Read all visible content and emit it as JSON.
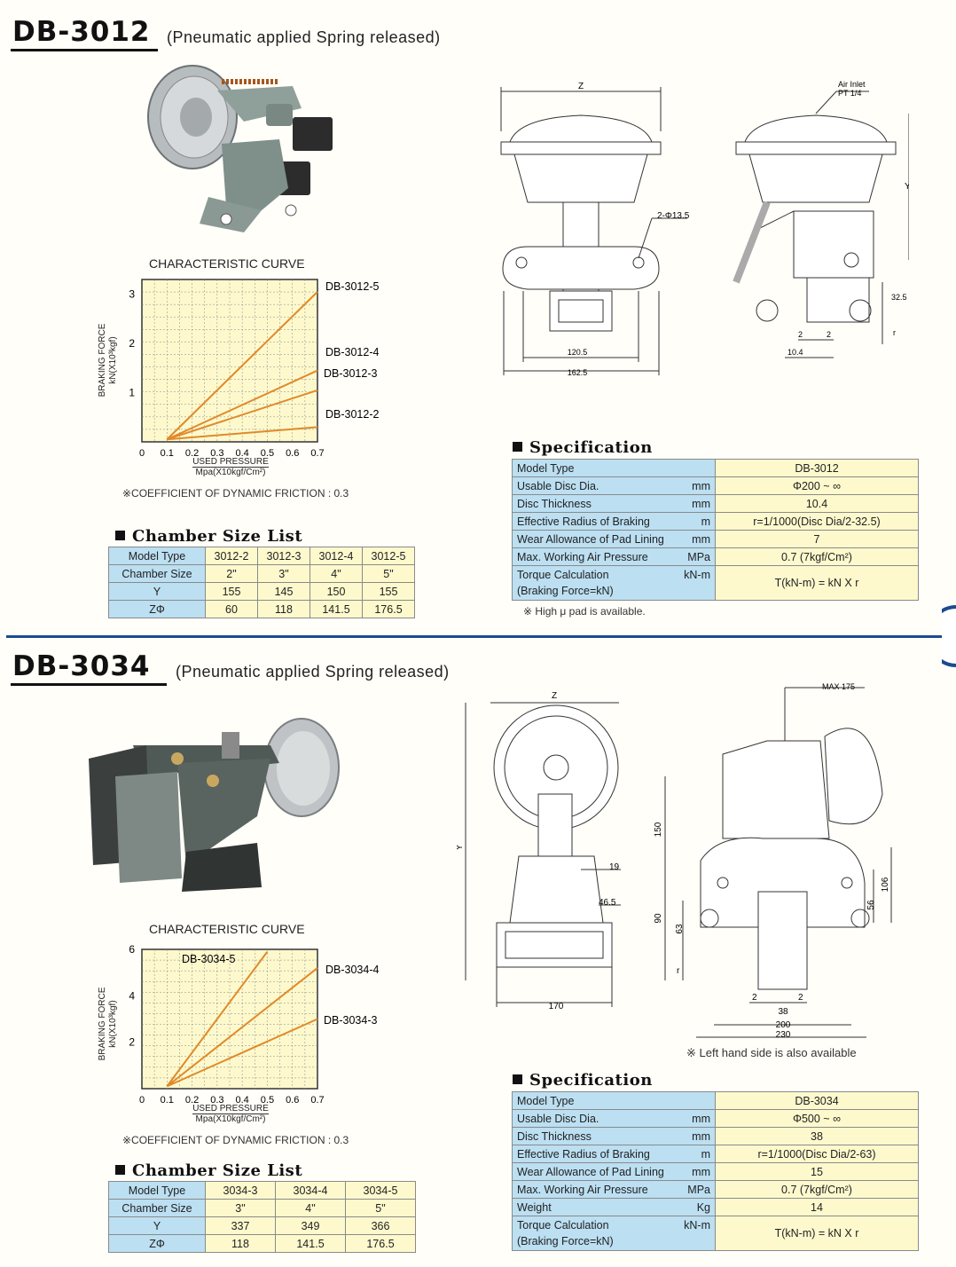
{
  "sections": [
    {
      "model": "DB-3012",
      "subtitle": "(Pneumatic applied Spring released)",
      "curve_title": "CHARACTERISTIC CURVE",
      "axis_ylabel_1": "BRAKING FORCE",
      "axis_ylabel_2": "kN(X10³kgf)",
      "axis_xlabel_1": "USED PRESSURE",
      "axis_xlabel_2": "Mpa(X10kgf/Cm²)",
      "friction_note": "※COEFFICIENT OF DYNAMIC FRICTION : 0.3",
      "chamber_title": "Chamber Size List",
      "chamber": {
        "headers": [
          "Model Type",
          "3012-2",
          "3012-3",
          "3012-4",
          "3012-5"
        ],
        "rows": [
          [
            "Chamber Size",
            "2\"",
            "3\"",
            "4\"",
            "5\""
          ],
          [
            "Y",
            "155",
            "145",
            "150",
            "155"
          ],
          [
            "ZΦ",
            "60",
            "118",
            "141.5",
            "176.5"
          ]
        ]
      },
      "spec_title": "Specification",
      "spec": [
        {
          "label": "Model Type",
          "unit": "",
          "value": "DB-3012"
        },
        {
          "label": "Usable Disc Dia.",
          "unit": "mm",
          "value": "Φ200 ~ ∞"
        },
        {
          "label": "Disc Thickness",
          "unit": "mm",
          "value": "10.4"
        },
        {
          "label": "Effective Radius of Braking",
          "unit": "m",
          "value": "r=1/1000(Disc Dia/2-32.5)"
        },
        {
          "label": "Wear Allowance of Pad Lining",
          "unit": "mm",
          "value": "7"
        },
        {
          "label": "Max. Working Air Pressure",
          "unit": "MPa",
          "value": "0.7 (7kgf/Cm²)"
        }
      ],
      "spec_torque": {
        "label1": "Torque Calculation",
        "label2": "(Braking Force=kN)",
        "unit": "kN-m",
        "value": "T(kN-m) = kN X r"
      },
      "spec_note": "※ High μ pad is available.",
      "dims_front": {
        "z": "Z",
        "hole": "2-Φ13.5",
        "w1": "120.5",
        "w2": "162.5"
      },
      "dims_side": {
        "air1": "Air Inlet",
        "air2": "PT 1/4",
        "y": "Y",
        "d1": "32.5",
        "d2": "2",
        "d3": "2",
        "d4": "10.4",
        "r": "r"
      }
    },
    {
      "model": "DB-3034",
      "subtitle": "(Pneumatic applied Spring released)",
      "curve_title": "CHARACTERISTIC CURVE",
      "axis_ylabel_1": "BRAKING FORCE",
      "axis_ylabel_2": "kN(X10³kgf)",
      "axis_xlabel_1": "USED PRESSURE",
      "axis_xlabel_2": "Mpa(X10kgf/Cm²)",
      "friction_note": "※COEFFICIENT OF DYNAMIC FRICTION : 0.3",
      "chamber_title": "Chamber Size List",
      "chamber": {
        "headers": [
          "Model Type",
          "3034-3",
          "3034-4",
          "3034-5"
        ],
        "rows": [
          [
            "Chamber Size",
            "3\"",
            "4\"",
            "5\""
          ],
          [
            "Y",
            "337",
            "349",
            "366"
          ],
          [
            "ZΦ",
            "118",
            "141.5",
            "176.5"
          ]
        ]
      },
      "spec_title": "Specification",
      "spec": [
        {
          "label": "Model Type",
          "unit": "",
          "value": "DB-3034"
        },
        {
          "label": "Usable Disc Dia.",
          "unit": "mm",
          "value": "Φ500 ~ ∞"
        },
        {
          "label": "Disc Thickness",
          "unit": "mm",
          "value": "38"
        },
        {
          "label": "Effective Radius of Braking",
          "unit": "m",
          "value": "r=1/1000(Disc Dia/2-63)"
        },
        {
          "label": "Wear Allowance of Pad Lining",
          "unit": "mm",
          "value": "15"
        },
        {
          "label": "Max. Working Air Pressure",
          "unit": "MPa",
          "value": "0.7 (7kgf/Cm²)"
        },
        {
          "label": "Weight",
          "unit": "Kg",
          "value": "14"
        }
      ],
      "spec_torque": {
        "label1": "Torque Calculation",
        "label2": "(Braking Force=kN)",
        "unit": "kN-m",
        "value": "T(kN-m) = kN X r"
      },
      "dims_front": {
        "z": "Z",
        "y": "Y",
        "d19": "19",
        "d465": "46.5",
        "w": "170"
      },
      "dims_side": {
        "max": "MAX 175",
        "d150": "150",
        "d90": "90",
        "d63": "63",
        "r": "r",
        "d106": "106",
        "d56": "56",
        "d2a": "2",
        "d2b": "2",
        "d38": "38",
        "d200": "200",
        "d230": "230"
      },
      "side_note": "※ Left hand side is also available"
    }
  ],
  "chart_data": [
    {
      "type": "line",
      "title": "CHARACTERISTIC CURVE",
      "xlabel": "USED PRESSURE Mpa(X10kgf/Cm²)",
      "ylabel": "BRAKING FORCE kN(X10³kgf)",
      "xlim": [
        0,
        0.7
      ],
      "ylim": [
        0,
        3.3
      ],
      "xticks": [
        "0",
        "0.1",
        "0.2",
        "0.3",
        "0.4",
        "0.5",
        "0.6",
        "0.7"
      ],
      "yticks": [
        "1",
        "2",
        "3"
      ],
      "grid": true,
      "series": [
        {
          "name": "DB-3012-5",
          "x": [
            0.1,
            0.7
          ],
          "y": [
            0.05,
            3.05
          ]
        },
        {
          "name": "DB-3012-4",
          "x": [
            0.1,
            0.7
          ],
          "y": [
            0.05,
            1.45
          ]
        },
        {
          "name": "DB-3012-3",
          "x": [
            0.1,
            0.7
          ],
          "y": [
            0.05,
            1.05
          ]
        },
        {
          "name": "DB-3012-2",
          "x": [
            0.1,
            0.7
          ],
          "y": [
            0.05,
            0.3
          ]
        }
      ]
    },
    {
      "type": "line",
      "title": "CHARACTERISTIC CURVE",
      "xlabel": "USED PRESSURE Mpa(X10kgf/Cm²)",
      "ylabel": "BRAKING FORCE kN(X10³kgf)",
      "xlim": [
        0,
        0.7
      ],
      "ylim": [
        0,
        6
      ],
      "xticks": [
        "0",
        "0.1",
        "0.2",
        "0.3",
        "0.4",
        "0.5",
        "0.6",
        "0.7"
      ],
      "yticks": [
        "2",
        "4",
        "6"
      ],
      "grid": true,
      "series": [
        {
          "name": "DB-3034-5",
          "x": [
            0.1,
            0.5
          ],
          "y": [
            0.1,
            5.9
          ]
        },
        {
          "name": "DB-3034-4",
          "x": [
            0.1,
            0.7
          ],
          "y": [
            0.1,
            5.2
          ]
        },
        {
          "name": "DB-3034-3",
          "x": [
            0.1,
            0.7
          ],
          "y": [
            0.1,
            3.0
          ]
        }
      ]
    }
  ],
  "colors": {
    "accent": "#1b4b8f",
    "table_header": "#bcdff2",
    "table_value": "#fdf9cd",
    "chart_bg": "#fdf9cd",
    "curve": "#e08a2a"
  }
}
